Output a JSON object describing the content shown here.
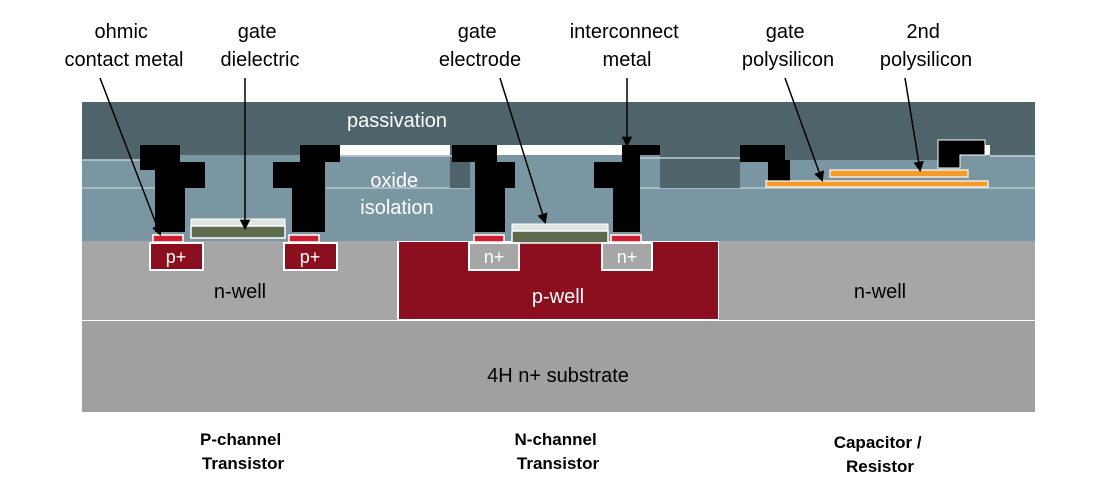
{
  "callouts": {
    "ohmic_contact_metal": [
      "ohmic",
      "contact metal"
    ],
    "gate_dielectric": [
      "gate",
      "dielectric"
    ],
    "gate_electrode": [
      "gate",
      "electrode"
    ],
    "interconnect_metal": [
      "interconnect",
      "metal"
    ],
    "gate_polysilicon": [
      "gate",
      "polysilicon"
    ],
    "second_polysilicon": [
      "2nd",
      "polysilicon"
    ]
  },
  "regions": {
    "passivation": "passivation",
    "oxide_isolation": [
      "oxide",
      "isolation"
    ],
    "n_well_left": "n-well",
    "p_well": "p-well",
    "n_well_right": "n-well",
    "substrate": "4H n+ substrate"
  },
  "doping": {
    "p_plus_left": "p+",
    "p_plus_right": "p+",
    "n_plus_left": "n+",
    "n_plus_right": "n+"
  },
  "devices": {
    "p_channel": [
      "P-channel",
      "Transistor"
    ],
    "n_channel": [
      "N-channel",
      "Transistor"
    ],
    "capacitor_resistor": [
      "Capacitor /",
      "Resistor"
    ]
  },
  "colors": {
    "passivation": "#4f636b",
    "oxide": "#7b96a3",
    "well_gray": "#a6a6a6",
    "substrate": "#a0a0a0",
    "p_well": "#8b0f1e",
    "metal": "#000000",
    "gate_dielectric": "#5f6b4f",
    "contact_red": "#cc2030",
    "polysilicon": "#f39c2b"
  }
}
